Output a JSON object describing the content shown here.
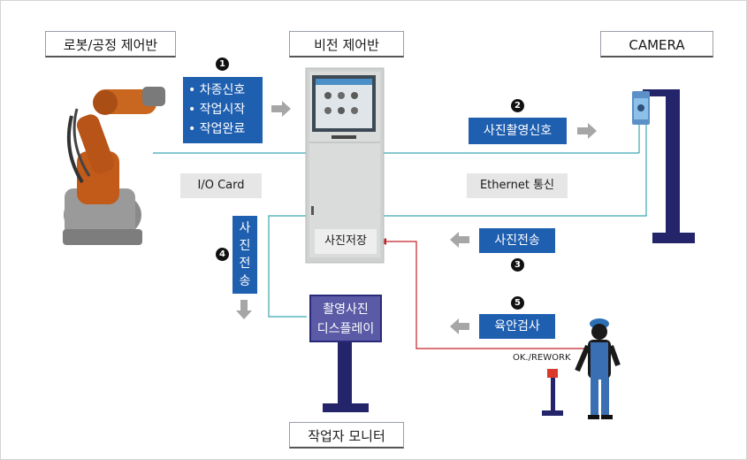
{
  "titles": {
    "robot_panel": "로봇/공정 제어반",
    "vision_panel": "비전 제어반",
    "camera": "CAMERA",
    "operator_monitor": "작업자 모니터"
  },
  "steps": {
    "s1": "1",
    "s2": "2",
    "s3": "3",
    "s4": "4",
    "s5": "5"
  },
  "signals": {
    "robot_signals": [
      "차종신호",
      "작업시작",
      "작업완료"
    ],
    "photo_trigger": "사진촬영신호",
    "io_card": "I/O Card",
    "ethernet": "Ethernet 통신",
    "photo_transfer_right": "사진전송",
    "photo_transfer_left": [
      "사",
      "진",
      "전",
      "송"
    ],
    "visual_inspection": "육안검사",
    "photo_save": "사진저장",
    "photo_display": [
      "촬영사진",
      "디스플레이"
    ],
    "ok_rework": "OK./REWORK"
  },
  "colors": {
    "accent_blue": "#1f5fb0",
    "stand_navy": "#23246a",
    "cyan_line": "#3aa6b0",
    "red_line": "#c0222a",
    "arrow_gray": "#a6a6a6"
  }
}
